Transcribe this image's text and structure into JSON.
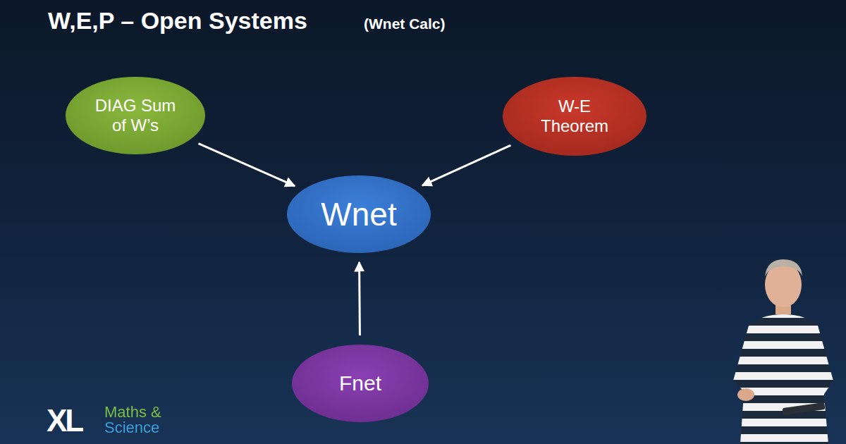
{
  "diagram": {
    "title": "W,E,P – Open Systems",
    "nodes": [
      {
        "text": [
          "DIAG Sum of W’s"
        ]
      },
      {
        "text": [
          "W-E Theorem"
        ]
      },
      {
        "text": [
          "Wnet"
        ]
      },
      {
        "text": [
          "Fnet"
        ]
      }
    ],
    "edges": [
      {
        "from": 0,
        "to": 2,
        "arrow": "to"
      },
      {
        "from": 1,
        "to": 2,
        "arrow": "to"
      },
      {
        "from": 3,
        "to": 2,
        "arrow": "to"
      }
    ],
    "labels": [
      "(Wnet Calc)",
      "XL",
      "Maths & Science"
    ]
  }
}
